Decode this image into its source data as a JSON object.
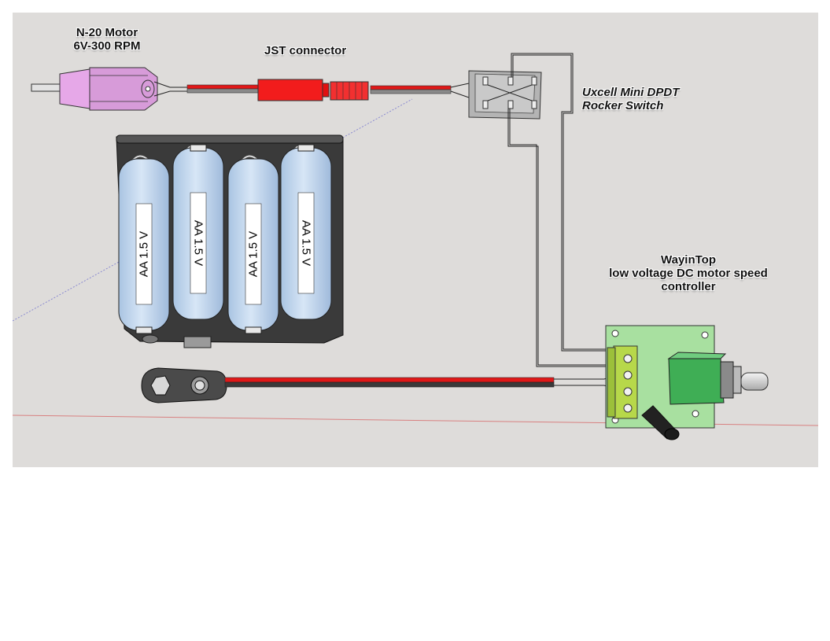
{
  "labels": {
    "motor": "N-20 Motor\n6V-300 RPM",
    "jst": "JST connector",
    "switch": "Uxcell Mini DPDT\nRocker Switch",
    "controller": "WayinTop\nlow voltage DC motor speed\ncontroller"
  },
  "battery_label": "AA 1.5 V",
  "battery_count": 4,
  "colors": {
    "background": "#dedcda",
    "motor": "#e6a8e8",
    "wire_red": "#e01818",
    "wire_gray": "#8a8a8a",
    "battery": "#c8ddf2",
    "pcb": "#a8e0a0",
    "terminal": "#b7d84a",
    "pot": "#3fae55"
  }
}
